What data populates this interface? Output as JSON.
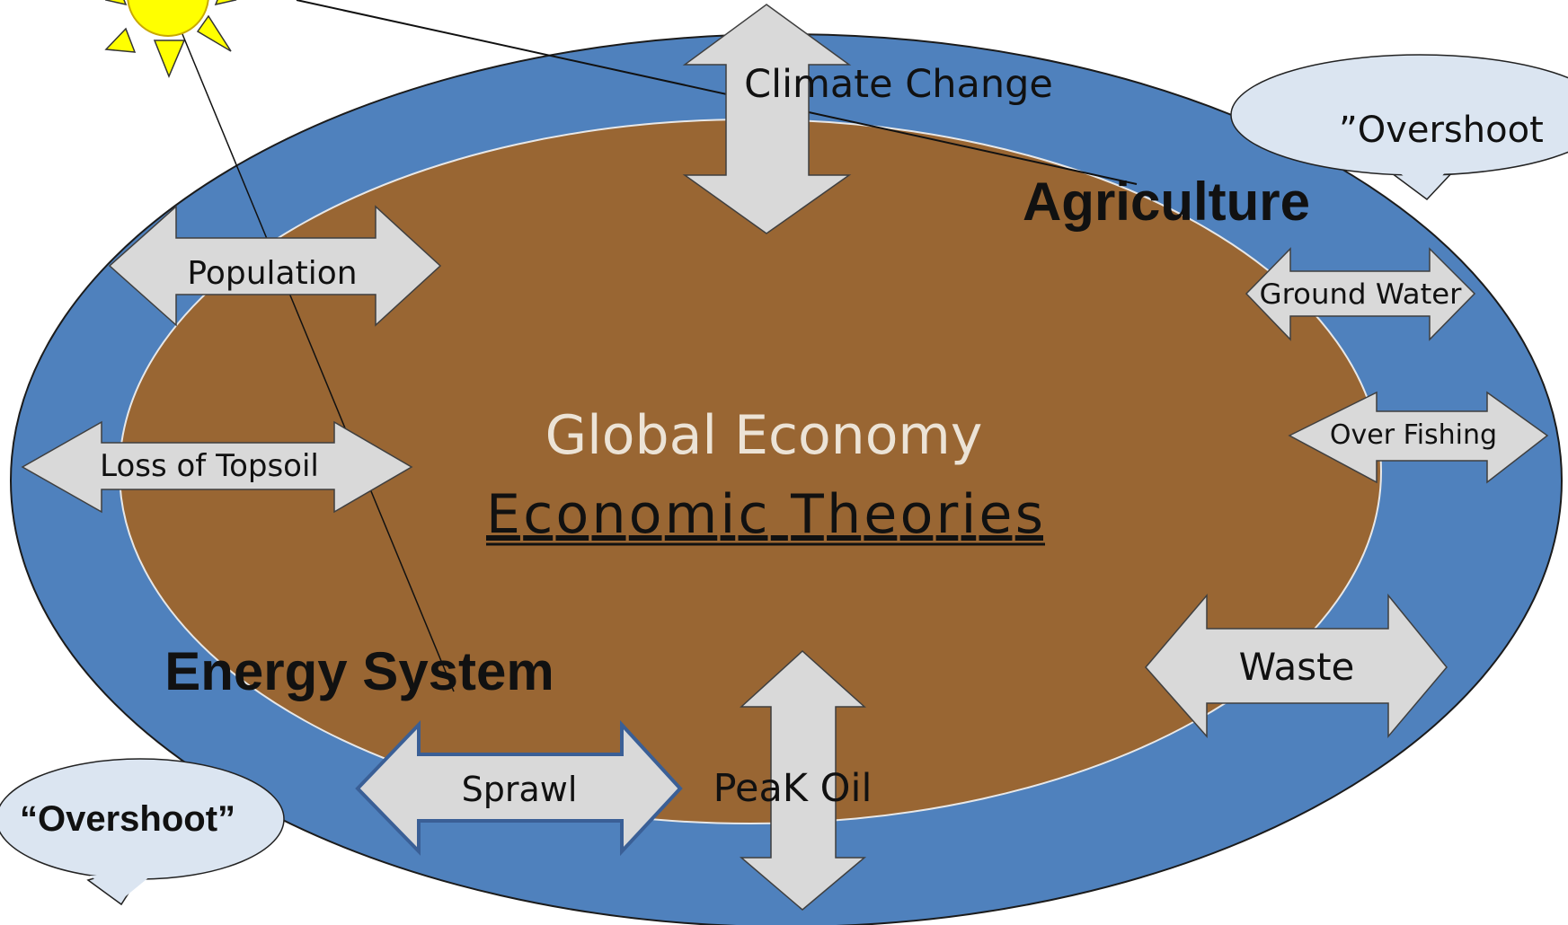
{
  "labels": {
    "climate_change": "Climate Change",
    "population": "Population",
    "loss_of_topsoil": "Loss of Topsoil",
    "ground_water": "Ground Water",
    "over_fishing": "Over Fishing",
    "waste": "Waste",
    "sprawl": "Sprawl",
    "peak_oil": "PeaK Oil",
    "agriculture": "Agriculture",
    "energy_system": "Energy System",
    "global_economy": "Global Economy",
    "economic_theories": "Economic Theories",
    "overshoot_left": "“Overshoot”",
    "overshoot_right": "”Overshoot"
  },
  "colors": {
    "outer_ring": "#4f81bd",
    "inner_ellipse": "#996633",
    "arrow_fill": "#d9d9d9",
    "callout_fill": "#dbe5f1",
    "sun_fill": "#ffff00"
  },
  "icons": {
    "sun": "sun-icon"
  }
}
